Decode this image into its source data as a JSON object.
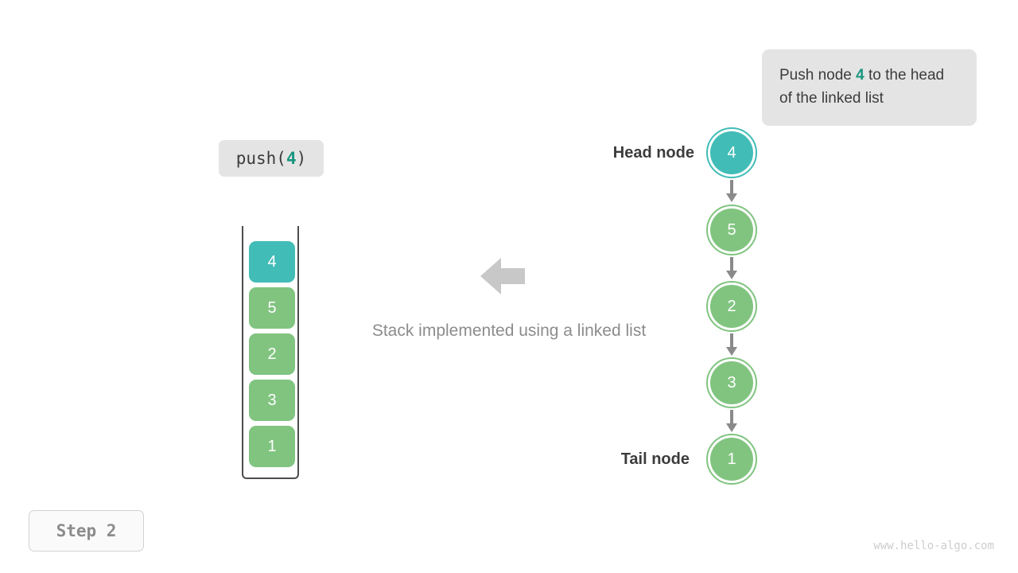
{
  "tooltip": {
    "text_before": "Push node ",
    "highlight": "4",
    "text_after": " to the head of the linked list"
  },
  "push_label": {
    "prefix": "push(",
    "value": "4",
    "suffix": ")"
  },
  "caption": "Stack implemented using a linked list",
  "labels": {
    "head": "Head node",
    "tail": "Tail node"
  },
  "step_badge": "Step 2",
  "watermark": "www.hello-algo.com",
  "colors": {
    "accent_teal": "#41bcb7",
    "node_green": "#81c480",
    "highlight_text": "#18967e",
    "arrow_gray": "#8a8a8a",
    "big_arrow_gray": "#c8c8c8",
    "panel_gray": "#e4e4e4",
    "text_dark": "#3c3c3c",
    "text_muted": "#8c8c8c"
  },
  "stack": {
    "cells": [
      {
        "value": "4",
        "color": "#41bcb7",
        "top": true
      },
      {
        "value": "5",
        "color": "#81c480",
        "top": false
      },
      {
        "value": "2",
        "color": "#81c480",
        "top": false
      },
      {
        "value": "3",
        "color": "#81c480",
        "top": false
      },
      {
        "value": "1",
        "color": "#81c480",
        "top": false
      }
    ]
  },
  "linked_list": {
    "nodes": [
      {
        "value": "4",
        "color": "#41bcb7",
        "role": "head"
      },
      {
        "value": "5",
        "color": "#81c480",
        "role": "middle"
      },
      {
        "value": "2",
        "color": "#81c480",
        "role": "middle"
      },
      {
        "value": "3",
        "color": "#81c480",
        "role": "middle"
      },
      {
        "value": "1",
        "color": "#81c480",
        "role": "tail"
      }
    ]
  }
}
